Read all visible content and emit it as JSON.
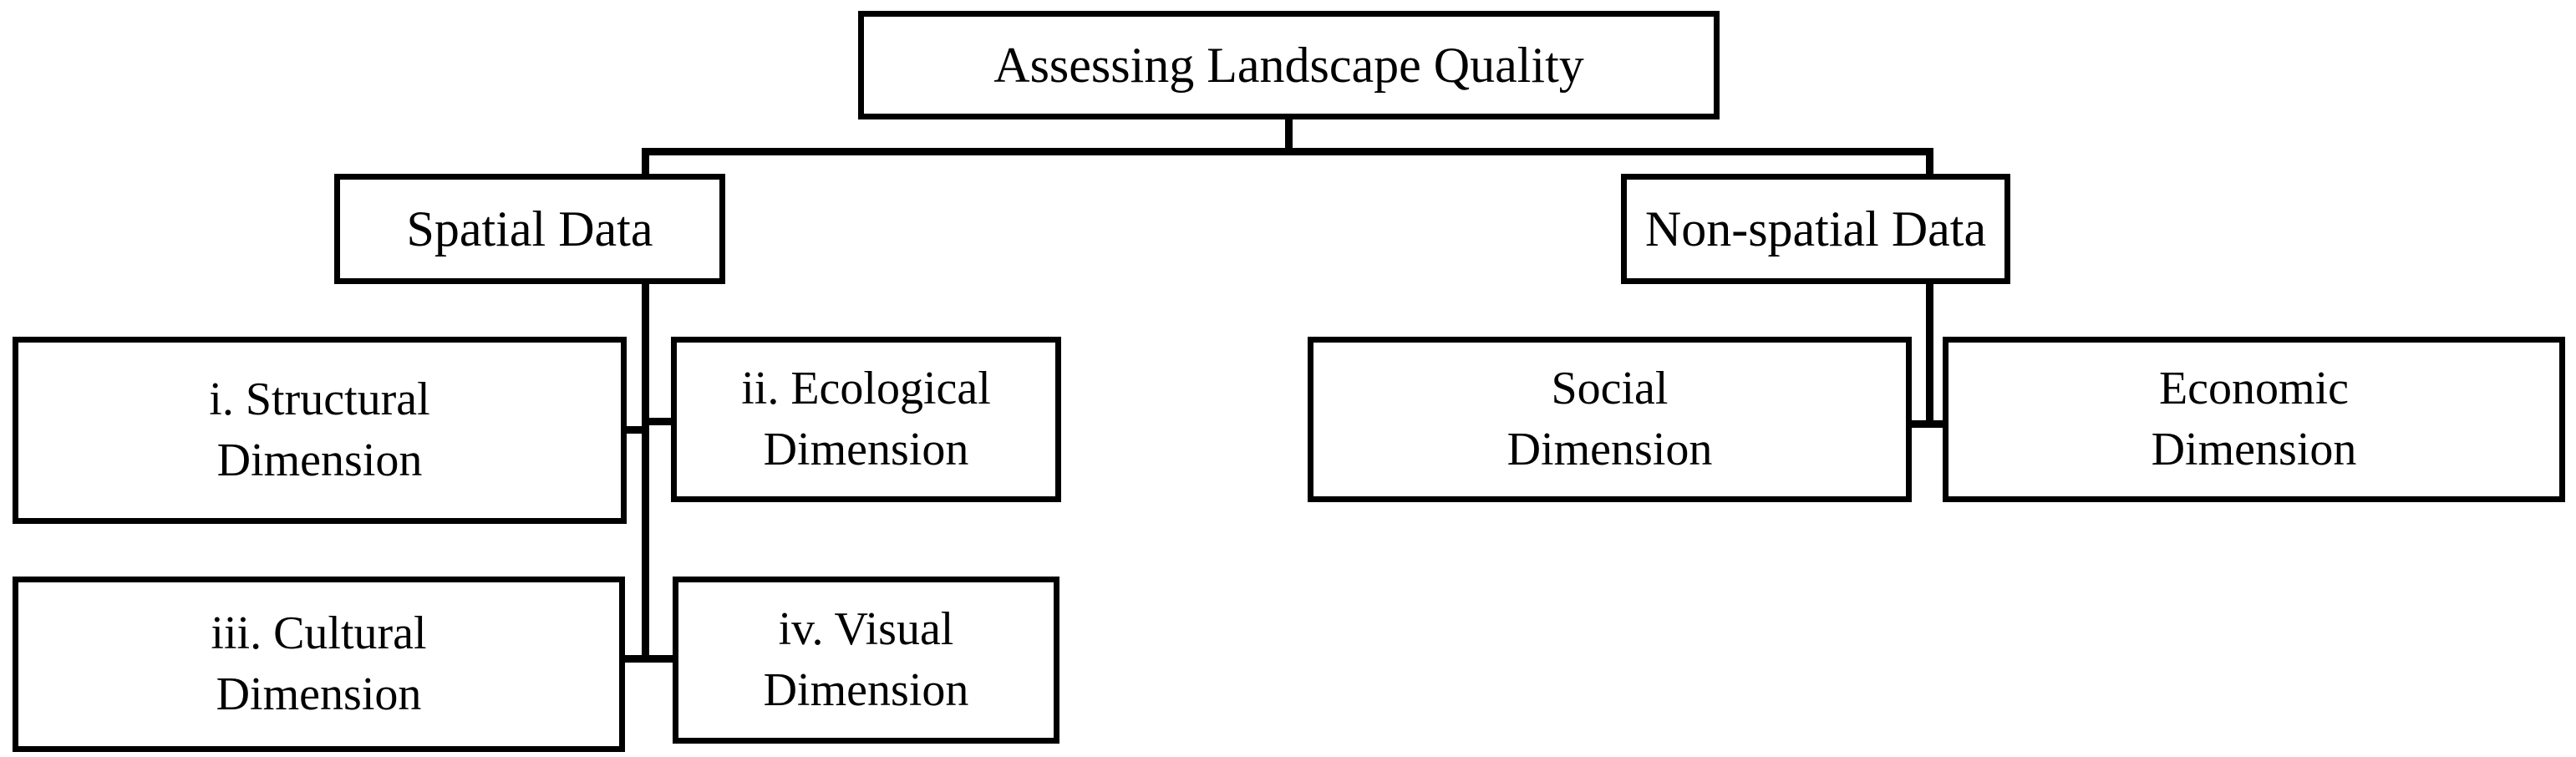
{
  "diagram": {
    "title": "Assessing Landscape Quality",
    "type": "hierarchy-tree",
    "orientation": "top-down",
    "colors": {
      "background": "#ffffff",
      "box_border": "#000000",
      "box_fill": "#ffffff",
      "connector": "#000000",
      "text": "#000000"
    },
    "nodes": {
      "root": {
        "label": "Assessing Landscape Quality",
        "level": 0
      },
      "spatial": {
        "label": "Spatial Data",
        "level": 1
      },
      "nonspatial": {
        "label": "Non-spatial Data",
        "level": 1
      },
      "structural": {
        "label": "i. Structural\nDimension",
        "level": 2
      },
      "ecological": {
        "label": "ii. Ecological\nDimension",
        "level": 2
      },
      "cultural": {
        "label": "iii. Cultural\nDimension",
        "level": 2
      },
      "visual": {
        "label": "iv. Visual\nDimension",
        "level": 2
      },
      "social": {
        "label": "Social\nDimension",
        "level": 2
      },
      "economic": {
        "label": "Economic\nDimension",
        "level": 2
      }
    },
    "edges": [
      {
        "from": "root",
        "to": "spatial"
      },
      {
        "from": "root",
        "to": "nonspatial"
      },
      {
        "from": "spatial",
        "to": "structural"
      },
      {
        "from": "spatial",
        "to": "ecological"
      },
      {
        "from": "spatial",
        "to": "cultural"
      },
      {
        "from": "spatial",
        "to": "visual"
      },
      {
        "from": "nonspatial",
        "to": "social"
      },
      {
        "from": "nonspatial",
        "to": "economic"
      }
    ]
  }
}
